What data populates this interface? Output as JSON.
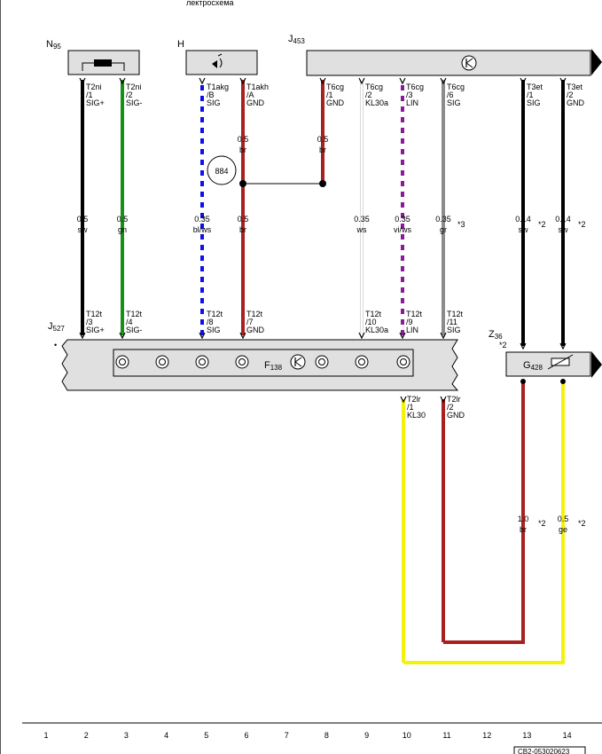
{
  "header": {
    "partial_title": "лектросхема"
  },
  "components": {
    "n95": {
      "ref": "N",
      "sub": "95"
    },
    "h": {
      "ref": "H"
    },
    "j453": {
      "ref": "J",
      "sub": "453"
    },
    "j527": {
      "ref": "J",
      "sub": "527"
    },
    "f138": {
      "ref": "F",
      "sub": "138"
    },
    "z36": {
      "ref": "Z",
      "sub": "36",
      "note": "*2"
    },
    "g428": {
      "ref": "G",
      "sub": "428"
    }
  },
  "splice": {
    "label": "884"
  },
  "pins_top": [
    [
      "T2ni",
      "/1",
      "SIG+"
    ],
    [
      "T2ni",
      "/2",
      "SIG-"
    ],
    [
      "T1akg",
      "/B",
      "SIG"
    ],
    [
      "T1akh",
      "/A",
      "GND"
    ],
    [
      "T6cg",
      "/1",
      "GND"
    ],
    [
      "T6cg",
      "/2",
      "KL30a"
    ],
    [
      "T6cg",
      "/3",
      "LIN"
    ],
    [
      "T6cg",
      "/6",
      "SIG"
    ],
    [
      "T3et",
      "/1",
      "SIG"
    ],
    [
      "T3et",
      "/2",
      "GND"
    ]
  ],
  "pins_j527": [
    [
      "T12t",
      "/3",
      "SIG+"
    ],
    [
      "T12t",
      "/4",
      "SIG-"
    ],
    [
      "T12t",
      "/8",
      "SIG"
    ],
    [
      "T12t",
      "/7",
      "GND"
    ],
    [
      "T12t",
      "/10",
      "KL30a"
    ],
    [
      "T12t",
      "/9",
      "LIN"
    ],
    [
      "T12t",
      "/11",
      "SIG"
    ]
  ],
  "pins_bottom": [
    [
      "T2lr",
      "/1",
      "KL30"
    ],
    [
      "T2lr",
      "/2",
      "GND"
    ]
  ],
  "wire_labels_mid": [
    [
      "0.5",
      "sw"
    ],
    [
      "0.5",
      "gn"
    ],
    [
      "0.35",
      "bl/ws"
    ],
    [
      "0.5",
      "br"
    ],
    [
      "0.35",
      "ws"
    ],
    [
      "0.35",
      "vi/ws"
    ],
    [
      "0.35",
      "gr"
    ],
    [
      "0.14",
      "sw"
    ],
    [
      "0.14",
      "sw"
    ]
  ],
  "wire_labels_upper": [
    [
      "0.5",
      "br"
    ],
    [
      "0.5",
      "br"
    ]
  ],
  "wire_labels_lower": [
    [
      "1.0",
      "br"
    ],
    [
      "0.5",
      "ge"
    ]
  ],
  "footnotes": {
    "n3": "*3",
    "n2": "*2",
    "dot": "•"
  },
  "scale": [
    "1",
    "2",
    "3",
    "4",
    "5",
    "6",
    "7",
    "8",
    "9",
    "10",
    "11",
    "12",
    "13",
    "14"
  ],
  "doc_id": "CB2-053020623",
  "colors": {
    "black": "#000000",
    "green": "#169016",
    "blue": "#1010e0",
    "brown": "#a82020",
    "violet": "#8a1a9a",
    "grey": "#8c8c8c",
    "yellow": "#f2f20a",
    "box_fill": "#e0e0e0"
  }
}
